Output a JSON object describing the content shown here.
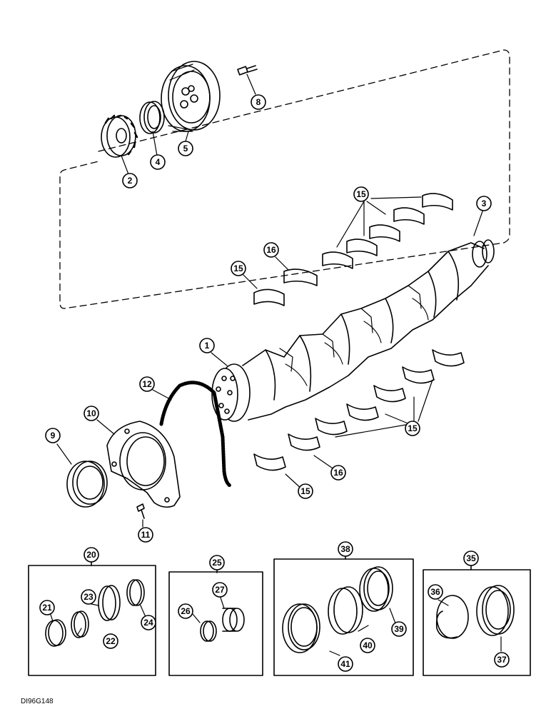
{
  "drawing_code": "DI96G148",
  "callouts": {
    "c1": "1",
    "c2": "2",
    "c3": "3",
    "c4": "4",
    "c5": "5",
    "c8": "8",
    "c9": "9",
    "c10": "10",
    "c11": "11",
    "c12": "12",
    "c15a": "15",
    "c15b": "15",
    "c15c": "15",
    "c15d": "15",
    "c16a": "16",
    "c16b": "16",
    "c20": "20",
    "c21": "21",
    "c22": "22",
    "c23": "23",
    "c24": "24",
    "c25": "25",
    "c26": "26",
    "c27": "27",
    "c35": "35",
    "c36": "36",
    "c37": "37",
    "c38": "38",
    "c39": "39",
    "c40": "40",
    "c41": "41"
  }
}
